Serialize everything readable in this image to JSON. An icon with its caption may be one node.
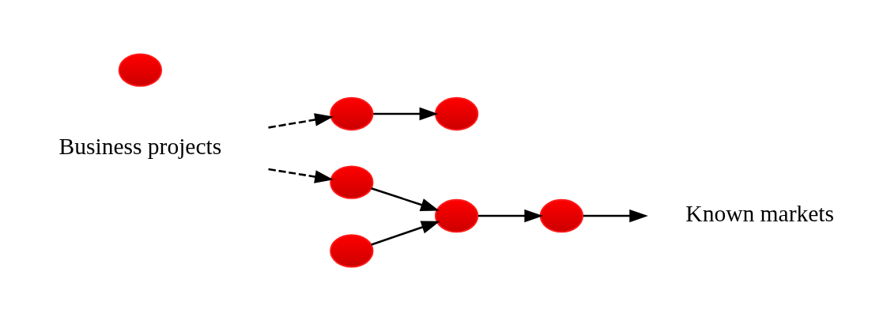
{
  "diagram": {
    "nodes": [
      {
        "text": [
          "Business projects"
        ]
      },
      {
        "text": [],
        "shape": "circle"
      },
      {
        "text": [],
        "shape": "circle"
      },
      {
        "text": [],
        "shape": "circle"
      },
      {
        "text": [],
        "shape": "circle"
      },
      {
        "text": [],
        "shape": "circle"
      },
      {
        "text": [],
        "shape": "circle"
      },
      {
        "text": [],
        "shape": "circle"
      },
      {
        "text": [
          "Known markets"
        ]
      }
    ],
    "edges": [
      {
        "from": 0,
        "to": 2,
        "arrow": "to",
        "style": "dashed"
      },
      {
        "from": 0,
        "to": 4,
        "arrow": "to",
        "style": "dashed"
      },
      {
        "from": 2,
        "to": 3,
        "arrow": "to"
      },
      {
        "from": 4,
        "to": 6,
        "arrow": "to"
      },
      {
        "from": 5,
        "to": 6,
        "arrow": "to"
      },
      {
        "from": 6,
        "to": 7,
        "arrow": "to"
      },
      {
        "from": 7,
        "to": 8,
        "arrow": "to"
      }
    ]
  }
}
